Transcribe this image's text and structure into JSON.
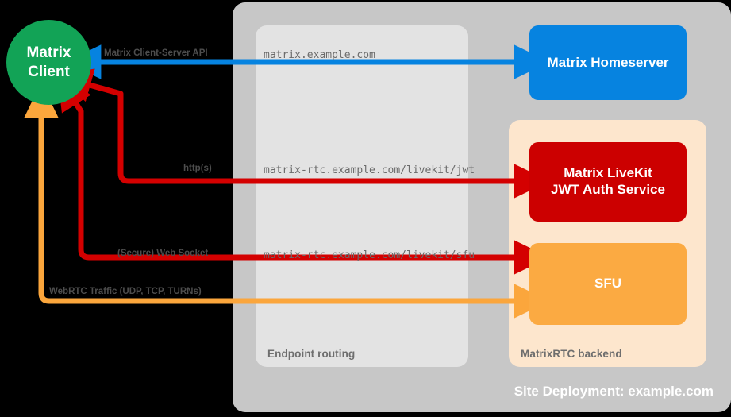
{
  "diagram": {
    "footer": "Site Deployment: example.com",
    "containers": {
      "endpoint": "Endpoint routing",
      "backend": "MatrixRTC backend"
    },
    "nodes": {
      "client_line1": "Matrix",
      "client_line2": "Client",
      "homeserver": "Matrix Homeserver",
      "jwt_line1": "Matrix LiveKit",
      "jwt_line2": "JWT Auth Service",
      "sfu": "SFU"
    },
    "protocol_labels": {
      "cs_api": "Matrix Client-Server API",
      "https": "http(s)",
      "websocket": "(Secure) Web Socket",
      "webrtc": "WebRTC Traffic (UDP, TCP, TURNs)"
    },
    "endpoints": {
      "matrix": "matrix.example.com",
      "jwt": "matrix-rtc.example.com/livekit/jwt",
      "sfu": "matrix-rtc.example.com/livekit/sfu"
    }
  },
  "colors": {
    "background": "#000000",
    "site_container": "#c7c7c7",
    "endpoint_panel": "#e3e3e3",
    "backend_panel": "#fde6cd",
    "client_green": "#12a356",
    "homeserver_blue": "#0683e0",
    "jwt_red": "#cc0000",
    "sfu_orange": "#fbaa42",
    "arrow_blue": "#0683e0",
    "arrow_red": "#d40000",
    "arrow_orange": "#fba63c",
    "caption_text": "#6e6e6e",
    "endpoint_text": "#6b6b6b"
  }
}
